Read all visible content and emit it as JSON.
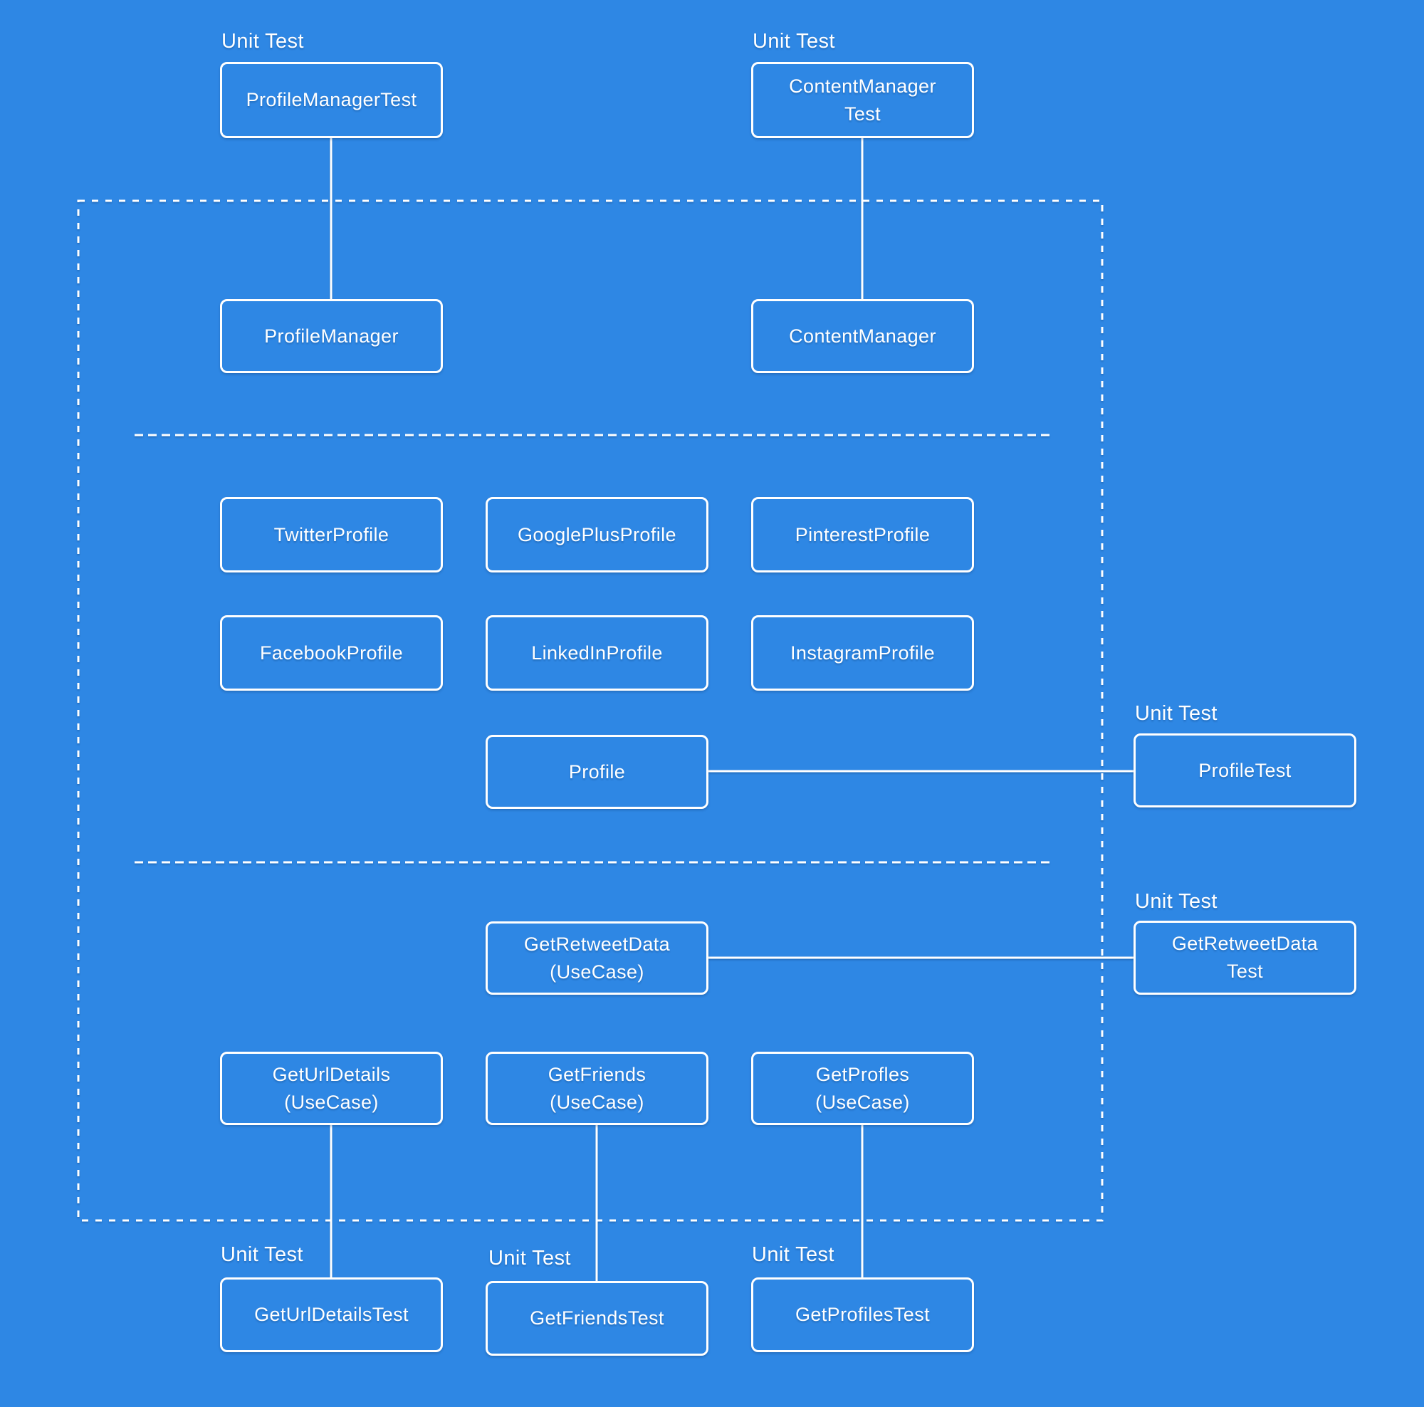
{
  "diagram": {
    "title": "Clean architecture dependency diagram with unit tests",
    "colors": {
      "background": "#2e87e4",
      "line": "#ffffff",
      "text": "#ffffff"
    },
    "unit_test_label": "Unit Test",
    "nodes": {
      "profile_manager_test": {
        "lines": [
          "ProfileManagerTest"
        ]
      },
      "content_manager_test": {
        "lines": [
          "ContentManager",
          "Test"
        ]
      },
      "profile_manager": {
        "lines": [
          "ProfileManager"
        ]
      },
      "content_manager": {
        "lines": [
          "ContentManager"
        ]
      },
      "twitter_profile": {
        "lines": [
          "TwitterProfile"
        ]
      },
      "google_plus_profile": {
        "lines": [
          "GooglePlusProfile"
        ]
      },
      "pinterest_profile": {
        "lines": [
          "PinterestProfile"
        ]
      },
      "facebook_profile": {
        "lines": [
          "FacebookProfile"
        ]
      },
      "linkedin_profile": {
        "lines": [
          "LinkedInProfile"
        ]
      },
      "instagram_profile": {
        "lines": [
          "InstagramProfile"
        ]
      },
      "profile": {
        "lines": [
          "Profile"
        ]
      },
      "profile_test": {
        "lines": [
          "ProfileTest"
        ]
      },
      "get_retweet_data": {
        "lines": [
          "GetRetweetData",
          "(UseCase)"
        ]
      },
      "get_retweet_data_test": {
        "lines": [
          "GetRetweetData",
          "Test"
        ]
      },
      "get_url_details": {
        "lines": [
          "GetUrlDetails",
          "(UseCase)"
        ]
      },
      "get_friends": {
        "lines": [
          "GetFriends",
          "(UseCase)"
        ]
      },
      "get_profles": {
        "lines": [
          "GetProfles",
          "(UseCase)"
        ]
      },
      "get_url_details_test": {
        "lines": [
          "GetUrlDetailsTest"
        ]
      },
      "get_friends_test": {
        "lines": [
          "GetFriendsTest"
        ]
      },
      "get_profiles_test": {
        "lines": [
          "GetProfilesTest"
        ]
      }
    },
    "edges": [
      {
        "from": "ProfileManagerTest",
        "to": "ProfileManager"
      },
      {
        "from": "ContentManagerTest",
        "to": "ContentManager"
      },
      {
        "from": "Profile",
        "to": "ProfileTest"
      },
      {
        "from": "GetRetweetData (UseCase)",
        "to": "GetRetweetDataTest"
      },
      {
        "from": "GetUrlDetails (UseCase)",
        "to": "GetUrlDetailsTest"
      },
      {
        "from": "GetFriends (UseCase)",
        "to": "GetFriendsTest"
      },
      {
        "from": "GetProfles (UseCase)",
        "to": "GetProfilesTest"
      }
    ]
  }
}
